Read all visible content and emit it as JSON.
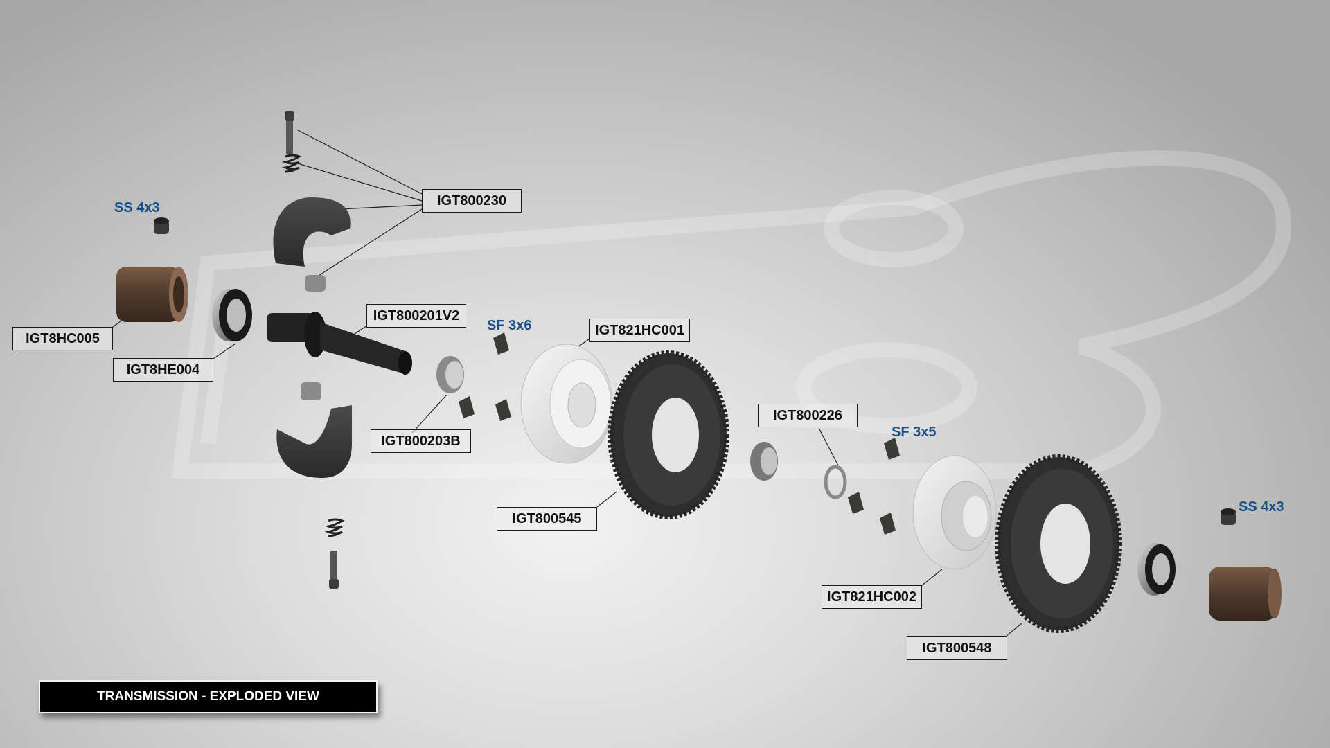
{
  "title": "TRANSMISSION - EXPLODED VIEW",
  "colors": {
    "hardware_label": "#14508a",
    "plastic_part": "#3c3c3c",
    "alloy_part": "#e6e6e6",
    "bronze_part": "#5b4434"
  },
  "part_labels": {
    "igt800230": "IGT800230",
    "igt8hc005_left": "IGT8HC005",
    "igt8he004": "IGT8HE004",
    "igt800201v2": "IGT800201V2",
    "igt800203b": "IGT800203B",
    "igt821hc001": "IGT821HC001",
    "igt800545": "IGT800545",
    "igt800226": "IGT800226",
    "igt821hc002": "IGT821HC002",
    "igt800548": "IGT800548"
  },
  "hardware_labels": {
    "ss_left": "SS 4x3",
    "sf_3x6": "SF 3x6",
    "sf_3x5": "SF 3x5",
    "ss_right": "SS 4x3"
  },
  "watermark": "B"
}
